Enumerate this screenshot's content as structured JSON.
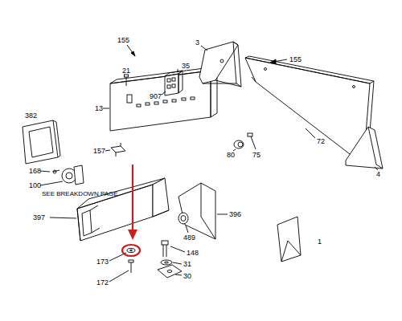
{
  "diagram": {
    "labels": [
      "155",
      "21",
      "35",
      "907",
      "3",
      "155",
      "13",
      "382",
      "157",
      "168",
      "100",
      "SEE BREAKDOWN PAGE",
      "80",
      "75",
      "72",
      "4",
      "397",
      "396",
      "489",
      "173",
      "148",
      "31",
      "172",
      "30",
      "1"
    ]
  }
}
